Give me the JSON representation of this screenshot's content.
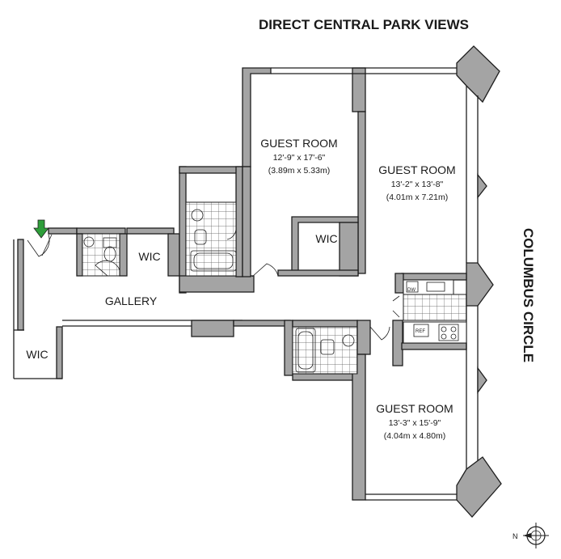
{
  "header": "DIRECT CENTRAL PARK VIEWS",
  "side_label": "COLUMBUS CIRCLE",
  "rooms": {
    "guest_room_1": {
      "name": "GUEST ROOM",
      "dim_imperial": "12'-9\" x 17'-6\"",
      "dim_metric": "(3.89m x 5.33m)"
    },
    "guest_room_2": {
      "name": "GUEST ROOM",
      "dim_imperial": "13'-2\" x 13'-8\"",
      "dim_metric": "(4.01m x 7.21m)"
    },
    "guest_room_3": {
      "name": "GUEST ROOM",
      "dim_imperial": "13'-3\" x 15'-9\"",
      "dim_metric": "(4.04m x 4.80m)"
    },
    "wic_1": "WIC",
    "wic_2": "WIC",
    "wic_3": "WIC",
    "gallery": "GALLERY"
  },
  "appliances": {
    "dishwasher": "DW",
    "refrigerator": "REF"
  },
  "compass": {
    "label": "N",
    "icon": "compass-north-icon"
  },
  "entry_marker": {
    "icon": "entry-arrow-icon",
    "color": "#2e9e3a"
  },
  "colors": {
    "wall_fill": "#a4a4a4",
    "wall_stroke": "#1e1e1e",
    "tile_stroke": "#555555"
  }
}
